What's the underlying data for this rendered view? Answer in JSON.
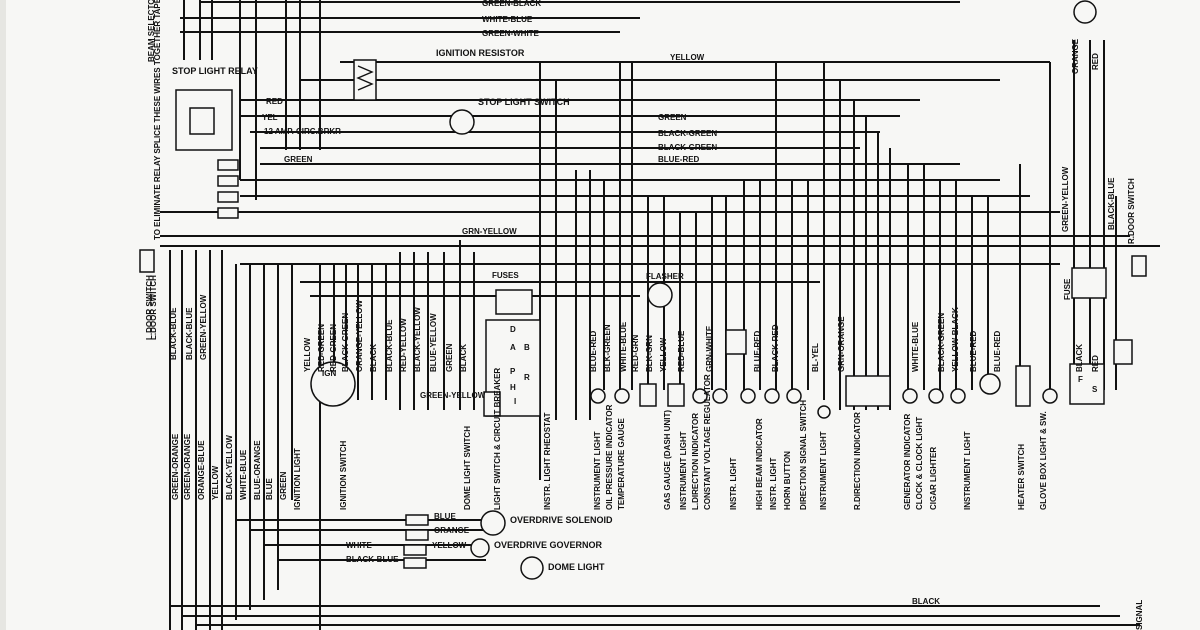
{
  "top_labels": {
    "green_black": "GREEN-BLACK",
    "white_blue": "WHITE-BLUE",
    "green_white": "GREEN-WHITE",
    "ignition_resistor": "IGNITION RESISTOR",
    "stop_light_switch": "STOP LIGHT SWITCH",
    "yellow": "YELLOW"
  },
  "left_block": {
    "beam_selector_switch": "BEAM SELECTOR SWITCH",
    "stop_light_relay": "STOP LIGHT RELAY",
    "red": "RED",
    "yel": "YEL",
    "circ_brkr": "12 AMP. CIRC.BRKR",
    "green": "GREEN",
    "eliminate_relay": "TO ELIMINATE RELAY SPLICE THESE WIRES TOGETHER TAPE THIS WIRE",
    "l_door_switch": "L.DOOR SWITCH"
  },
  "mid_wires": {
    "green": "GREEN",
    "black_green_1": "BLACK-GREEN",
    "black_green_2": "BLACK-GREEN",
    "blue_red": "BLUE-RED",
    "grn_yellow": "GRN-YELLOW",
    "fuses": "FUSES",
    "flasher": "FLASHER",
    "green_yellow_bottom": "GREEN-YELLOW"
  },
  "right_block": {
    "orange": "ORANGE",
    "red": "RED",
    "green_yellow": "GREEN-YELLOW",
    "black_blue": "BLACK-BLUE",
    "r_door_switch": "R.DOOR SWITCH",
    "fuse": "FUSE"
  },
  "vertical_wire_labels": [
    "YELLOW",
    "RED-GREEN",
    "RED-GREEN",
    "BLACK-GREEN",
    "ORANGE-YELLOW",
    "BLACK",
    "BLACK-BLUE",
    "RED-YELLOW",
    "BLACK-YELLOW",
    "BLUE-YELLOW",
    "GREEN",
    "BLACK",
    "BLUE-RED",
    "BLK-GREEN",
    "WHITE-BLUE",
    "RED-GRN",
    "BLK-GRN",
    "YELLOW",
    "RED-BLUE",
    "GRN-WHITE",
    "BLUE-RED",
    "BLACK-RED",
    "BL-YEL",
    "GRN-ORANGE",
    "WHITE-BLUE",
    "BLACK-GREEN",
    "YELLOW-BLACK",
    "BLUE-RED",
    "BLUE-RED",
    "BLACK",
    "RED"
  ],
  "left_vertical_labels": [
    "L.DOOR SWITCH",
    "BLACK-BLUE",
    "BLACK-BLUE",
    "GREEN-YELLOW"
  ],
  "components": [
    "GREEN-ORANGE",
    "GREEN-ORANGE",
    "ORANGE-BLUE",
    "YELLOW",
    "BLACK-YELLOW",
    "WHITE-BLUE",
    "BLUE-ORANGE",
    "BLUE",
    "GREEN",
    "IGNITION LIGHT",
    "IGNITION SWITCH",
    "DOME LIGHT SWITCH",
    "LIGHT SWITCH & CIRCUIT BREAKER",
    "INSTR. LIGHT RHEOSTAT",
    "INSTRUMENT LIGHT",
    "OIL PRESSURE INDICATOR",
    "TEMPERATURE GAUGE",
    "GAS GAUGE (DASH UNIT)",
    "INSTRUMENT LIGHT",
    "L.DIRECTION INDICATOR",
    "CONSTANT VOLTAGE REGULATOR",
    "INSTR. LIGHT",
    "HIGH BEAM INDICATOR",
    "INSTR. LIGHT",
    "HORN BUTTON",
    "DIRECTION SIGNAL SWITCH",
    "INSTRUMENT LIGHT",
    "R.DIRECTION INDICATOR",
    "GENERATOR INDICATOR",
    "CLOCK & CLOCK LIGHT",
    "CIGAR LIGHTER",
    "INSTRUMENT LIGHT",
    "HEATER SWITCH",
    "GLOVE BOX LIGHT & SW."
  ],
  "bottom": {
    "blue": "BLUE",
    "orange": "ORANGE",
    "overdrive_solenoid": "OVERDRIVE SOLENOID",
    "white": "WHITE",
    "yellow": "YELLOW",
    "black_blue": "BLACK-BLUE",
    "overdrive_governor": "OVERDRIVE GOVERNOR",
    "dome_light": "DOME LIGHT",
    "black": "BLACK",
    "signal": "SIGNAL"
  },
  "terminals": {
    "d": "D",
    "a": "A",
    "p": "P",
    "h": "H",
    "b": "B",
    "r": "R",
    "i": "I",
    "ign": "IGN",
    "f": "F",
    "s": "S"
  },
  "green_yellow_small": "GREEN-YELLOW"
}
